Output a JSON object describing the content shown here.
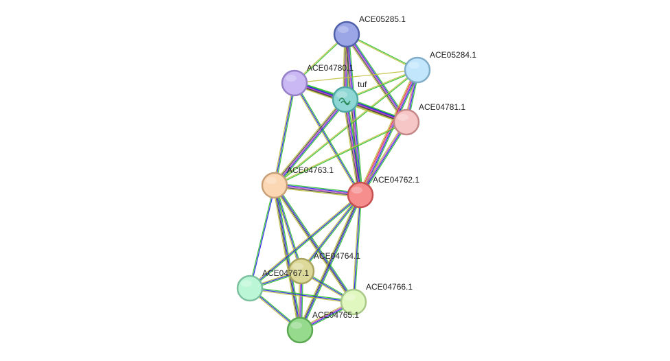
{
  "network": {
    "nodes": [
      {
        "id": "ACE05285.1",
        "label": "ACE05285.1",
        "fill": "#9aa6e6",
        "stroke": "#5060a8"
      },
      {
        "id": "ACE05284.1",
        "label": "ACE05284.1",
        "fill": "#c2e6fb",
        "stroke": "#80acc8"
      },
      {
        "id": "ACE04780.1",
        "label": "ACE04780.1",
        "fill": "#c9b8f4",
        "stroke": "#9680c8"
      },
      {
        "id": "tuf",
        "label": "tuf",
        "fill": "#8ed7d4",
        "stroke": "#50a8a4"
      },
      {
        "id": "ACE04781.1",
        "label": "ACE04781.1",
        "fill": "#f6c6c6",
        "stroke": "#c48888"
      },
      {
        "id": "ACE04763.1",
        "label": "ACE04763.1",
        "fill": "#fcd7b4",
        "stroke": "#c8a078"
      },
      {
        "id": "ACE04762.1",
        "label": "ACE04762.1",
        "fill": "#f68e8e",
        "stroke": "#c85050"
      },
      {
        "id": "ACE04764.1",
        "label": "ACE04764.1",
        "fill": "#dcd99a",
        "stroke": "#a8a460"
      },
      {
        "id": "ACE04767.1",
        "label": "ACE04767.1",
        "fill": "#bbf7d6",
        "stroke": "#7cc0a0"
      },
      {
        "id": "ACE04766.1",
        "label": "ACE04766.1",
        "fill": "#e0f7c0",
        "stroke": "#a8c888"
      },
      {
        "id": "ACE04765.1",
        "label": "ACE04765.1",
        "fill": "#96da8e",
        "stroke": "#5aa850"
      }
    ],
    "edges": [
      {
        "source": "ACE05285.1",
        "target": "ACE05284.1",
        "colors": [
          "#30c030",
          "#c0c040"
        ]
      },
      {
        "source": "ACE05285.1",
        "target": "ACE04780.1",
        "colors": [
          "#30c030",
          "#c0c040"
        ]
      },
      {
        "source": "ACE05285.1",
        "target": "tuf",
        "colors": [
          "#30c030",
          "#2020e0",
          "#c040c0",
          "#404040",
          "#c0c040"
        ]
      },
      {
        "source": "ACE05285.1",
        "target": "ACE04781.1",
        "colors": [
          "#30c030",
          "#2020e0",
          "#c040c0",
          "#404040",
          "#c0c040"
        ]
      },
      {
        "source": "ACE05285.1",
        "target": "ACE04762.1",
        "colors": [
          "#30c030",
          "#2020e0",
          "#c040c0",
          "#404040",
          "#c0c040"
        ]
      },
      {
        "source": "ACE05284.1",
        "target": "tuf",
        "colors": [
          "#30c030",
          "#c0c040"
        ]
      },
      {
        "source": "ACE05284.1",
        "target": "ACE04780.1",
        "colors": [
          "#c0c040"
        ]
      },
      {
        "source": "ACE05284.1",
        "target": "ACE04781.1",
        "colors": [
          "#30c030",
          "#2020e0",
          "#c040c0",
          "#c0c040"
        ]
      },
      {
        "source": "ACE05284.1",
        "target": "ACE04762.1",
        "colors": [
          "#30c030",
          "#2020e0",
          "#c040c0",
          "#e03030",
          "#c0c040"
        ]
      },
      {
        "source": "ACE05284.1",
        "target": "ACE04763.1",
        "colors": [
          "#30c030",
          "#c0c040"
        ]
      },
      {
        "source": "ACE04780.1",
        "target": "tuf",
        "colors": [
          "#30c030",
          "#2020e0",
          "#c040c0",
          "#404040",
          "#c0c040"
        ]
      },
      {
        "source": "ACE04780.1",
        "target": "ACE04781.1",
        "colors": [
          "#30c030",
          "#2020e0",
          "#c040c0",
          "#404040",
          "#c0c040"
        ]
      },
      {
        "source": "ACE04780.1",
        "target": "ACE04763.1",
        "colors": [
          "#30c030",
          "#2020e0",
          "#c0c040"
        ]
      },
      {
        "source": "ACE04780.1",
        "target": "ACE04762.1",
        "colors": [
          "#30c030",
          "#2020e0",
          "#c0c040"
        ]
      },
      {
        "source": "tuf",
        "target": "ACE04781.1",
        "colors": [
          "#30c030",
          "#2020e0",
          "#c040c0",
          "#404040",
          "#c0c040"
        ]
      },
      {
        "source": "tuf",
        "target": "ACE04763.1",
        "colors": [
          "#30c030",
          "#2020e0",
          "#c040c0",
          "#404040",
          "#c0c040"
        ]
      },
      {
        "source": "tuf",
        "target": "ACE04762.1",
        "colors": [
          "#30c030",
          "#2020e0",
          "#c040c0",
          "#404040",
          "#c0c040"
        ]
      },
      {
        "source": "ACE04781.1",
        "target": "ACE04763.1",
        "colors": [
          "#30c030",
          "#c0c040"
        ]
      },
      {
        "source": "ACE04781.1",
        "target": "ACE04762.1",
        "colors": [
          "#30c030",
          "#2020e0",
          "#c040c0",
          "#c0c040"
        ]
      },
      {
        "source": "ACE04763.1",
        "target": "ACE04762.1",
        "colors": [
          "#30c030",
          "#2020e0",
          "#c040c0",
          "#404040",
          "#c0c040"
        ]
      },
      {
        "source": "ACE04763.1",
        "target": "ACE04764.1",
        "colors": [
          "#30c030",
          "#2020e0",
          "#c0c040"
        ]
      },
      {
        "source": "ACE04763.1",
        "target": "ACE04767.1",
        "colors": [
          "#2020e0",
          "#30c030"
        ]
      },
      {
        "source": "ACE04763.1",
        "target": "ACE04766.1",
        "colors": [
          "#30c030",
          "#2020e0",
          "#404040",
          "#c0c040"
        ]
      },
      {
        "source": "ACE04763.1",
        "target": "ACE04765.1",
        "colors": [
          "#30c030",
          "#2020e0",
          "#404040",
          "#c0c040"
        ]
      },
      {
        "source": "ACE04762.1",
        "target": "ACE04764.1",
        "colors": [
          "#30c030",
          "#2020e0",
          "#c0c040"
        ]
      },
      {
        "source": "ACE04762.1",
        "target": "ACE04767.1",
        "colors": [
          "#30c030",
          "#2020e0",
          "#c0c040"
        ]
      },
      {
        "source": "ACE04762.1",
        "target": "ACE04766.1",
        "colors": [
          "#30c030",
          "#2020e0",
          "#c0c040"
        ]
      },
      {
        "source": "ACE04762.1",
        "target": "ACE04765.1",
        "colors": [
          "#30c030",
          "#2020e0",
          "#404040",
          "#c0c040"
        ]
      },
      {
        "source": "ACE04764.1",
        "target": "ACE04767.1",
        "colors": [
          "#30c030",
          "#2020e0",
          "#c0c040"
        ]
      },
      {
        "source": "ACE04764.1",
        "target": "ACE04766.1",
        "colors": [
          "#30c030",
          "#2020e0",
          "#c0c040"
        ]
      },
      {
        "source": "ACE04764.1",
        "target": "ACE04765.1",
        "colors": [
          "#30c030",
          "#2020e0",
          "#c040c0",
          "#c0c040"
        ]
      },
      {
        "source": "ACE04767.1",
        "target": "ACE04766.1",
        "colors": [
          "#30c030",
          "#2020e0",
          "#c0c040"
        ]
      },
      {
        "source": "ACE04767.1",
        "target": "ACE04765.1",
        "colors": [
          "#30c030",
          "#2020e0",
          "#c0c040"
        ]
      },
      {
        "source": "ACE04766.1",
        "target": "ACE04765.1",
        "colors": [
          "#30c030",
          "#2020e0",
          "#c040c0",
          "#c0c040"
        ]
      }
    ]
  }
}
